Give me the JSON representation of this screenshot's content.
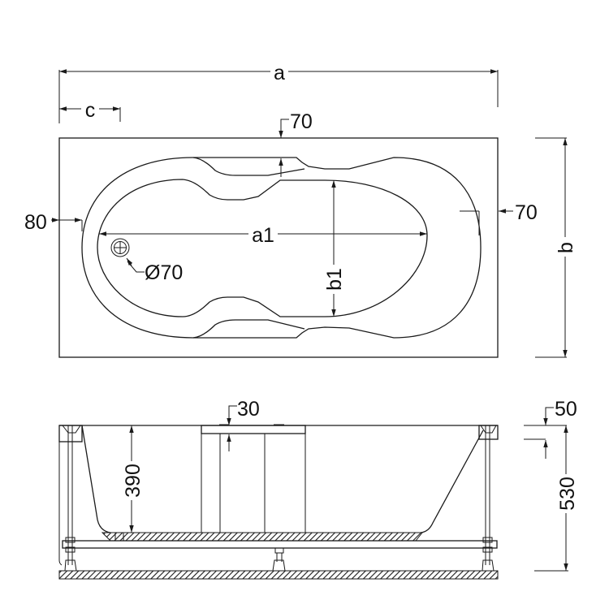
{
  "drawing": {
    "title": "Bathtub dimensional drawing",
    "colors": {
      "line": "#1a1a1a",
      "background": "#ffffff",
      "hatch": "#1a1a1a"
    },
    "top_view": {
      "dim_overall_length": "a",
      "dim_drain_offset": "c",
      "dim_rim_top": "70",
      "dim_rim_left": "80",
      "dim_rim_right": "70",
      "dim_inner_length": "a1",
      "dim_inner_width": "b1",
      "dim_overall_width": "b",
      "drain_diameter": "Ø70",
      "drain_icon": "drain-crosshair-icon"
    },
    "side_view": {
      "dim_rim_thickness": "30",
      "dim_inner_depth": "390",
      "dim_frame_top": "50",
      "dim_total_height": "530"
    }
  }
}
